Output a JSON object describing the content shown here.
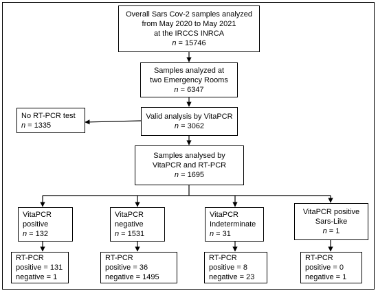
{
  "flowchart": {
    "overall": {
      "line1": "Overall Sars Cov-2 samples analyzed",
      "line2": "from May 2020 to May 2021",
      "line3": "at the IRCCS INRCA",
      "n_label": "n",
      "n_value": " = 15746"
    },
    "emergency": {
      "line1": "Samples analyzed at",
      "line2": "two Emergency Rooms",
      "n_label": "n",
      "n_value": " = 6347"
    },
    "valid": {
      "line1": "Valid analysis by VitaPCR",
      "n_label": "n",
      "n_value": " = 3062"
    },
    "no_rtpcr": {
      "line1": "No RT-PCR test",
      "n_label": "n",
      "n_value": " = 1335"
    },
    "both": {
      "line1": "Samples analysed by",
      "line2": "VitaPCR and RT-PCR",
      "n_label": "n",
      "n_value": " = 1695"
    },
    "categories": [
      {
        "line1": "VitaPCR",
        "line2": "positive",
        "n_label": "n",
        "n_value": " = 132",
        "rt_title": "RT-PCR",
        "rt_pos": "positive = 131",
        "rt_neg": "negative = 1"
      },
      {
        "line1": "VitaPCR",
        "line2": "negative",
        "n_label": "n",
        "n_value": " = 1531",
        "rt_title": "RT-PCR",
        "rt_pos": "positive = 36",
        "rt_neg": "negative = 1495"
      },
      {
        "line1": "VitaPCR",
        "line2": "Indeterminate",
        "n_label": "n",
        "n_value": " = 31",
        "rt_title": "RT-PCR",
        "rt_pos": "positive = 8",
        "rt_neg": "negative = 23"
      },
      {
        "line1": "VitaPCR positive",
        "line2": "Sars-Like",
        "n_label": "n",
        "n_value": " = 1",
        "rt_title": "RT-PCR",
        "rt_pos": "positive = 0",
        "rt_neg": "negative = 1"
      }
    ]
  }
}
